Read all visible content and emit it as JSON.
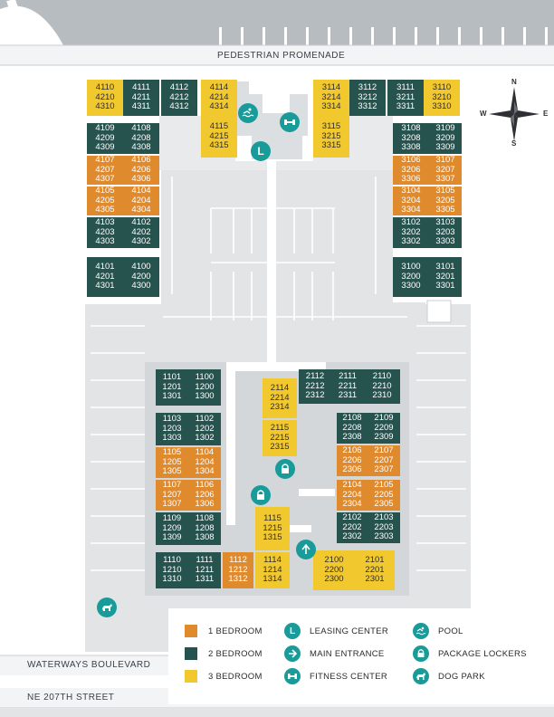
{
  "streets": {
    "promenade": "PEDESTRIAN PROMENADE",
    "waterways": "WATERWAYS BOULEVARD",
    "ne207": "NE 207TH STREET"
  },
  "compass": {
    "n": "N",
    "e": "E",
    "s": "S",
    "w": "W"
  },
  "colors": {
    "one_bedroom": "#e08a2e",
    "two_bedroom": "#27534f",
    "three_bedroom": "#f2c82f",
    "amenity": "#199b99"
  },
  "units": [
    {
      "id": "u4110",
      "type": "3",
      "lines": [
        "4110",
        "4210",
        "4310"
      ]
    },
    {
      "id": "u4111",
      "type": "2",
      "lines": [
        "4111",
        "4211",
        "4311"
      ]
    },
    {
      "id": "u4112",
      "type": "2",
      "lines": [
        "4112",
        "4212",
        "4312"
      ]
    },
    {
      "id": "u4114",
      "type": "3",
      "lines": [
        "4114",
        "4214",
        "4314"
      ]
    },
    {
      "id": "u4115",
      "type": "3",
      "lines": [
        "4115",
        "4215",
        "4315"
      ]
    },
    {
      "id": "u4109",
      "type": "2",
      "lines": [
        "4109",
        "4209",
        "4309"
      ]
    },
    {
      "id": "u4108",
      "type": "2",
      "lines": [
        "4108",
        "4208",
        "4308"
      ]
    },
    {
      "id": "u4107",
      "type": "1",
      "lines": [
        "4107",
        "4207",
        "4307"
      ]
    },
    {
      "id": "u4106",
      "type": "1",
      "lines": [
        "4106",
        "4206",
        "4306"
      ]
    },
    {
      "id": "u4105",
      "type": "1",
      "lines": [
        "4105",
        "4205",
        "4305"
      ]
    },
    {
      "id": "u4104",
      "type": "1",
      "lines": [
        "4104",
        "4204",
        "4304"
      ]
    },
    {
      "id": "u4103",
      "type": "2",
      "lines": [
        "4103",
        "4203",
        "4303"
      ]
    },
    {
      "id": "u4102",
      "type": "2",
      "lines": [
        "4102",
        "4202",
        "4302"
      ]
    },
    {
      "id": "u4101",
      "type": "2",
      "lines": [
        "4101",
        "4201",
        "4301"
      ]
    },
    {
      "id": "u4100",
      "type": "2",
      "lines": [
        "4100",
        "4200",
        "4300"
      ]
    },
    {
      "id": "u3114",
      "type": "3",
      "lines": [
        "3114",
        "3214",
        "3314"
      ]
    },
    {
      "id": "u3112",
      "type": "2",
      "lines": [
        "3112",
        "3212",
        "3312"
      ]
    },
    {
      "id": "u3111",
      "type": "2",
      "lines": [
        "3111",
        "3211",
        "3311"
      ]
    },
    {
      "id": "u3110",
      "type": "3",
      "lines": [
        "3110",
        "3210",
        "3310"
      ]
    },
    {
      "id": "u3115",
      "type": "3",
      "lines": [
        "3115",
        "3215",
        "3315"
      ]
    },
    {
      "id": "u3108",
      "type": "2",
      "lines": [
        "3108",
        "3208",
        "3308"
      ]
    },
    {
      "id": "u3109",
      "type": "2",
      "lines": [
        "3109",
        "3209",
        "3309"
      ]
    },
    {
      "id": "u3106",
      "type": "1",
      "lines": [
        "3106",
        "3206",
        "3306"
      ]
    },
    {
      "id": "u3107",
      "type": "1",
      "lines": [
        "3107",
        "3207",
        "3307"
      ]
    },
    {
      "id": "u3104",
      "type": "1",
      "lines": [
        "3104",
        "3204",
        "3304"
      ]
    },
    {
      "id": "u3105",
      "type": "1",
      "lines": [
        "3105",
        "3205",
        "3305"
      ]
    },
    {
      "id": "u3102",
      "type": "2",
      "lines": [
        "3102",
        "3202",
        "3302"
      ]
    },
    {
      "id": "u3103",
      "type": "2",
      "lines": [
        "3103",
        "3203",
        "3303"
      ]
    },
    {
      "id": "u3100",
      "type": "2",
      "lines": [
        "3100",
        "3200",
        "3300"
      ]
    },
    {
      "id": "u3101",
      "type": "2",
      "lines": [
        "3101",
        "3201",
        "3301"
      ]
    },
    {
      "id": "u1101",
      "type": "2",
      "lines": [
        "1101",
        "1201",
        "1301"
      ]
    },
    {
      "id": "u1100",
      "type": "2",
      "lines": [
        "1100",
        "1200",
        "1300"
      ]
    },
    {
      "id": "u1103",
      "type": "2",
      "lines": [
        "1103",
        "1203",
        "1303"
      ]
    },
    {
      "id": "u1102",
      "type": "2",
      "lines": [
        "1102",
        "1202",
        "1302"
      ]
    },
    {
      "id": "u1105",
      "type": "1",
      "lines": [
        "1105",
        "1205",
        "1305"
      ]
    },
    {
      "id": "u1104",
      "type": "1",
      "lines": [
        "1104",
        "1204",
        "1304"
      ]
    },
    {
      "id": "u1107",
      "type": "1",
      "lines": [
        "1107",
        "1207",
        "1307"
      ]
    },
    {
      "id": "u1106",
      "type": "1",
      "lines": [
        "1106",
        "1206",
        "1306"
      ]
    },
    {
      "id": "u1109",
      "type": "2",
      "lines": [
        "1109",
        "1209",
        "1309"
      ]
    },
    {
      "id": "u1108",
      "type": "2",
      "lines": [
        "1108",
        "1208",
        "1308"
      ]
    },
    {
      "id": "u1110",
      "type": "2",
      "lines": [
        "1110",
        "1210",
        "1310"
      ]
    },
    {
      "id": "u1111",
      "type": "2",
      "lines": [
        "1111",
        "1211",
        "1311"
      ]
    },
    {
      "id": "u1112",
      "type": "1",
      "lines": [
        "1112",
        "1212",
        "1312"
      ]
    },
    {
      "id": "u1114",
      "type": "3",
      "lines": [
        "1114",
        "1214",
        "1314"
      ]
    },
    {
      "id": "u1115",
      "type": "3",
      "lines": [
        "1115",
        "1215",
        "1315"
      ]
    },
    {
      "id": "u2114",
      "type": "3",
      "lines": [
        "2114",
        "2214",
        "2314"
      ]
    },
    {
      "id": "u2115",
      "type": "3",
      "lines": [
        "2115",
        "2215",
        "2315"
      ]
    },
    {
      "id": "u2112",
      "type": "2",
      "lines": [
        "2112",
        "2212",
        "2312"
      ]
    },
    {
      "id": "u2111",
      "type": "2",
      "lines": [
        "2111",
        "2211",
        "2311"
      ]
    },
    {
      "id": "u2110",
      "type": "2",
      "lines": [
        "2110",
        "2210",
        "2310"
      ]
    },
    {
      "id": "u2108",
      "type": "2",
      "lines": [
        "2108",
        "2208",
        "2308"
      ]
    },
    {
      "id": "u2109",
      "type": "2",
      "lines": [
        "2109",
        "2209",
        "2309"
      ]
    },
    {
      "id": "u2106",
      "type": "1",
      "lines": [
        "2106",
        "2206",
        "2306"
      ]
    },
    {
      "id": "u2107",
      "type": "1",
      "lines": [
        "2107",
        "2207",
        "2307"
      ]
    },
    {
      "id": "u2104",
      "type": "1",
      "lines": [
        "2104",
        "2204",
        "2304"
      ]
    },
    {
      "id": "u2105",
      "type": "1",
      "lines": [
        "2105",
        "2205",
        "2305"
      ]
    },
    {
      "id": "u2102",
      "type": "2",
      "lines": [
        "2102",
        "2202",
        "2302"
      ]
    },
    {
      "id": "u2103",
      "type": "2",
      "lines": [
        "2103",
        "2203",
        "2303"
      ]
    },
    {
      "id": "u2100",
      "type": "3",
      "lines": [
        "2100",
        "2200",
        "2300"
      ]
    },
    {
      "id": "u2101",
      "type": "3",
      "lines": [
        "2101",
        "2201",
        "2301"
      ]
    }
  ],
  "map_icons": {
    "leasing": "L",
    "pool": "pool-icon",
    "fitness": "dumbbell-icon",
    "lock": "padlock-icon",
    "entrance": "arrow-up-icon",
    "dog": "dog-icon"
  },
  "legend": {
    "one_bedroom": "1 BEDROOM",
    "two_bedroom": "2 BEDROOM",
    "three_bedroom": "3 BEDROOM",
    "leasing_letter": "L",
    "leasing": "LEASING CENTER",
    "main_entrance": "MAIN ENTRANCE",
    "fitness": "FITNESS CENTER",
    "pool": "POOL",
    "package": "PACKAGE LOCKERS",
    "dog": "DOG PARK"
  }
}
